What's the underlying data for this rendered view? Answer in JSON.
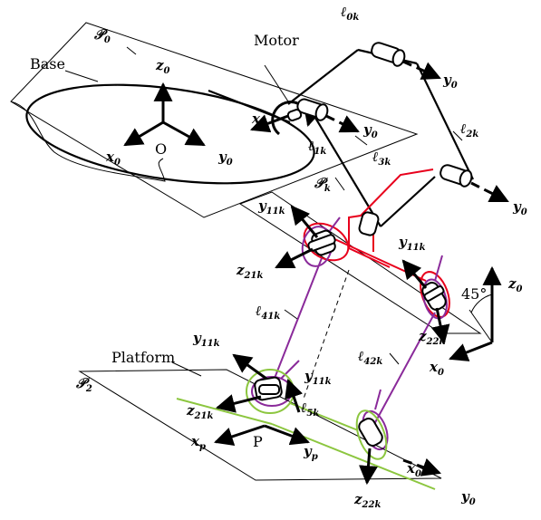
{
  "labels": {
    "base": "Base",
    "motor": "Motor",
    "platform": "Platform",
    "angle": "45°",
    "origin_o": "O",
    "point_p": "P",
    "plane_p0": "𝒫",
    "plane_p0_sub": "0",
    "plane_pk": "𝒫",
    "plane_pk_sub": "k",
    "plane_p2": "𝒫",
    "plane_p2_sub": "2",
    "l0k": "ℓ",
    "l0k_sub": "0k",
    "l1k": "ℓ",
    "l1k_sub": "1k",
    "l2k": "ℓ",
    "l2k_sub": "2k",
    "l3k": "ℓ",
    "l3k_sub": "3k",
    "l41k": "ℓ",
    "l41k_sub": "41k",
    "l42k": "ℓ",
    "l42k_sub": "42k",
    "l5k": "ℓ",
    "l5k_sub": "5k",
    "z0": "z",
    "z0_sub": "0",
    "x0": "x",
    "x0_sub": "0",
    "y0": "y",
    "y0_sub": "0",
    "y11k": "y",
    "y11k_sub": "11k",
    "z21k": "z",
    "z21k_sub": "21k",
    "z22k": "z",
    "z22k_sub": "22k",
    "xp": "x",
    "xp_sub": "p",
    "yp": "y",
    "yp_sub": "p"
  },
  "colors": {
    "ink": "#000000",
    "link3": "#e8001c",
    "link4": "#8a2a9a",
    "link5": "#8cc63f",
    "joint_fill": "#ffffff"
  }
}
